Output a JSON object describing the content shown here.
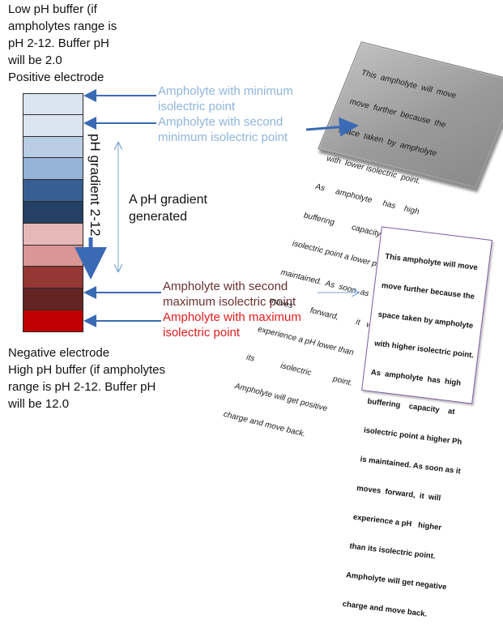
{
  "top_text": [
    "Low pH buffer (if",
    "ampholytes range is",
    "pH 2-12. Buffer pH",
    "will be 2.0",
    "Positive electrode"
  ],
  "bottom_text": [
    "Negative  electrode",
    "High pH buffer (if ampholytes",
    "range is pH 2-12. Buffer pH",
    "will be 12.0"
  ],
  "column_label": "pH gradient 2-12",
  "column_colors": [
    "#dbe5f1",
    "#dbe5f1",
    "#b9cde4",
    "#95b3d7",
    "#366092",
    "#244062",
    "#e6b9b8",
    "#da9694",
    "#953735",
    "#632523",
    "#c00000"
  ],
  "annotations": {
    "min1": [
      "Ampholyte with minimum",
      "isolectric point"
    ],
    "min2": [
      "Ampholyte with second",
      "minimum isolectric point"
    ],
    "generated": [
      "A pH gradient",
      "generated"
    ],
    "max2": [
      "Ampholyte with second",
      "maximum isolectric point"
    ],
    "max1": [
      "Ampholyte with maximum",
      "isolectric point"
    ]
  },
  "note_top": [
    "This  ampholyte  will  move",
    "move  further  because  the",
    "space  taken  by  ampholyte",
    "with  lower isolectric  point.",
    "As     ampholyte     has    high",
    "buffering        capacity         at",
    "isolectric point a lower pH is",
    "maintained.  As  soon  as  it",
    "moves        forward,        it   will",
    "experience a pH lower than",
    "its            isolectric          point.",
    "Ampholyte will get positive",
    "charge and move back."
  ],
  "note_bottom": [
    "This ampholyte will move",
    "move further because the",
    "space taken by ampholyte",
    "with higher isolectric point.",
    "As  ampholyte  has  high",
    "buffering    capacity    at",
    "isolectric point a higher Ph",
    "is maintained. As soon as it",
    "moves  forward,  it  will",
    "experience a pH   higher",
    "than its isolectric point.",
    "Ampholyte will get negative",
    "charge and move back."
  ],
  "colors": {
    "light_blue_text": "#8fb5dc",
    "dark_red_text": "#6b3030",
    "red_text": "#e01d1d",
    "arrow_blue": "#3b6ab5"
  }
}
